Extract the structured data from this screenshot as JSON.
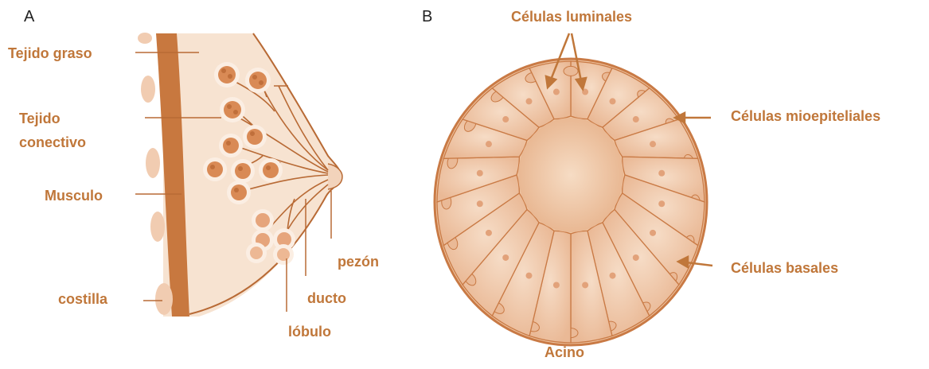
{
  "panels": {
    "a": "A",
    "b": "B"
  },
  "labels_a": {
    "tejido_graso": "Tejido graso",
    "tejido_conectivo_line1": "Tejido",
    "tejido_conectivo_line2": "conectivo",
    "musculo": "Musculo",
    "costilla": "costilla",
    "pezon": "pezón",
    "ducto": "ducto",
    "lobulo": "lóbulo"
  },
  "labels_b": {
    "celulas_luminales": "Células luminales",
    "celulas_mioepiteliales": "Células mioepiteliales",
    "celulas_basales": "Células basales",
    "acino": "Acino"
  },
  "colors": {
    "label": "#c0773a",
    "skin": "#f6e2d0",
    "muscle": "#c8783f",
    "line": "#b86a35",
    "lobule": "#d98a55",
    "acinus_fill": "#f0c8a6",
    "acinus_edge": "#c97a45",
    "nucleus": "#e2a27a"
  }
}
